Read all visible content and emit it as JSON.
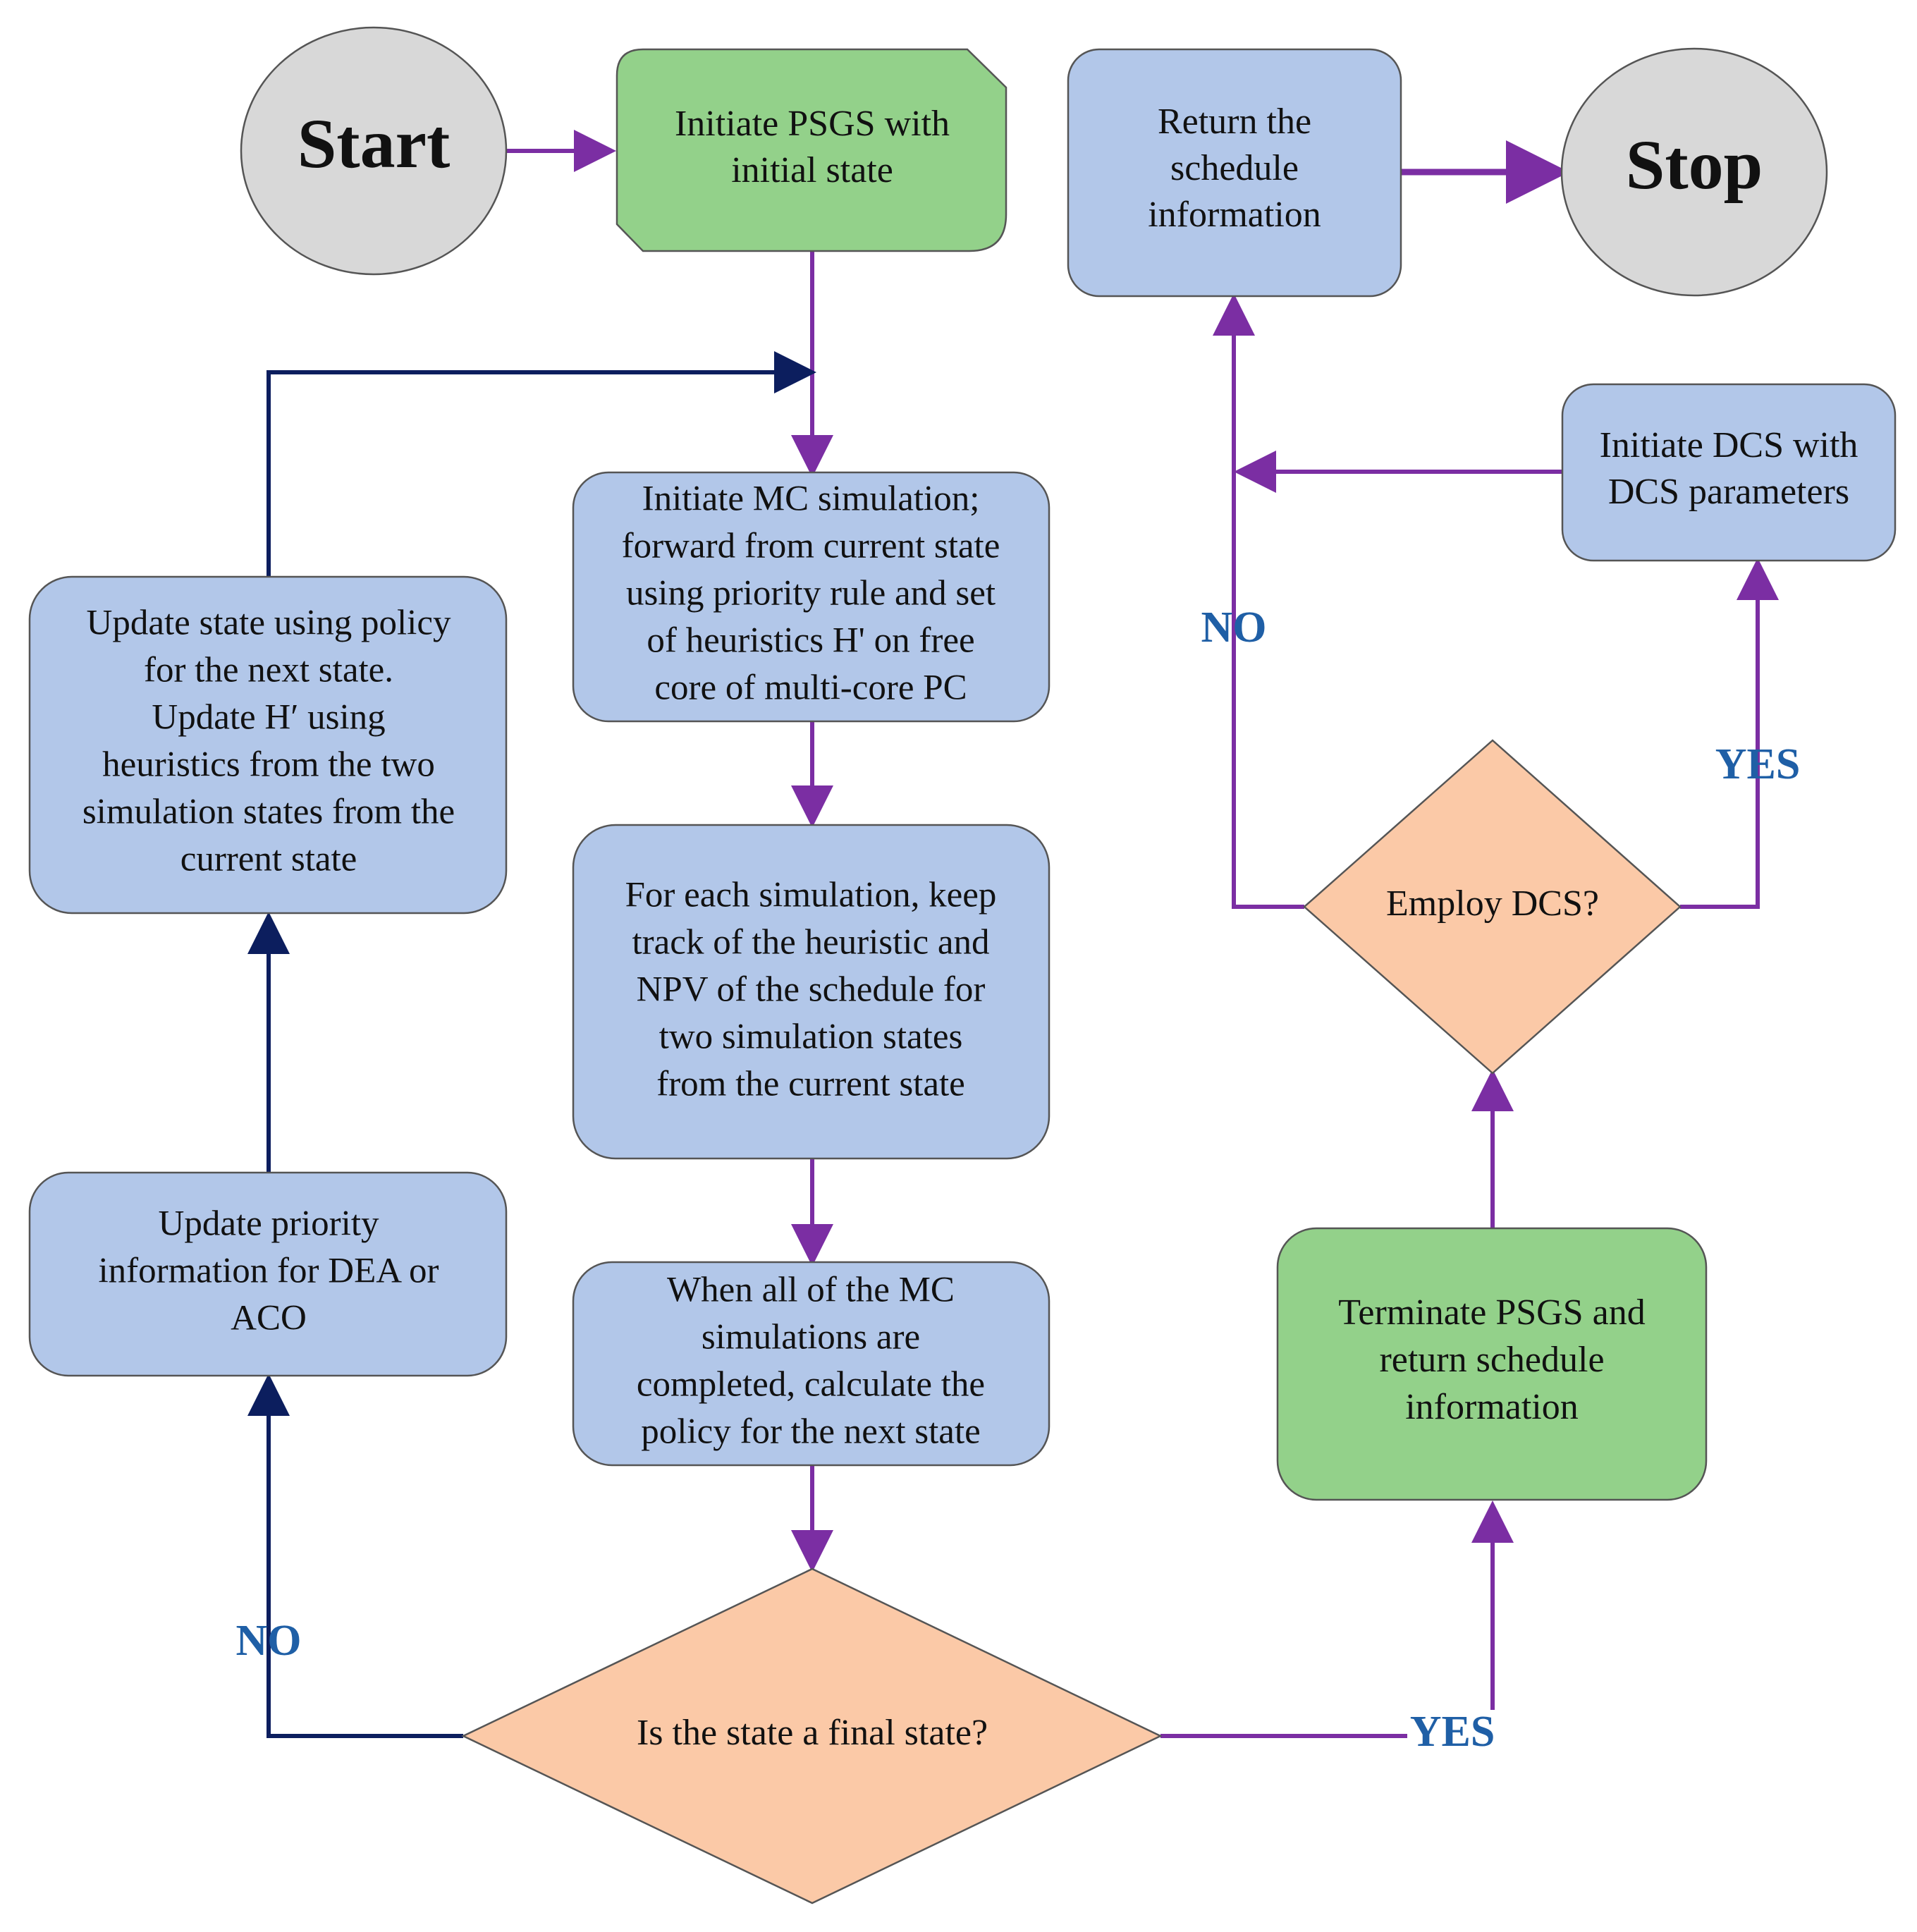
{
  "colors": {
    "blue_box": "#b2c7e9",
    "green_box": "#93d18a",
    "decision": "#fbc9a7",
    "terminal": "#d8d8d8",
    "purple_arrow": "#7b2ea3",
    "navy_arrow": "#0c1e5e",
    "label_blue": "#1f5fa6",
    "outline": "#555555"
  },
  "nodes": {
    "start": {
      "text": [
        "Start"
      ]
    },
    "init_psgs": {
      "text": [
        "Initiate PSGS with",
        "initial state"
      ]
    },
    "return_schedule": {
      "text": [
        "Return the",
        "schedule",
        "information"
      ]
    },
    "stop": {
      "text": [
        "Stop"
      ]
    },
    "init_mc": {
      "text": [
        "Initiate MC simulation;",
        "forward from current state",
        "using priority rule and set",
        "of heuristics H' on free",
        "core of multi-core PC"
      ]
    },
    "update_state": {
      "text": [
        "Update state using policy",
        "for the next state.",
        "Update H′ using",
        "heuristics from the two",
        "simulation states from the",
        "current state"
      ]
    },
    "init_dcs": {
      "text": [
        "Initiate DCS with",
        "DCS parameters"
      ]
    },
    "track_heuristic": {
      "text": [
        "For each simulation, keep",
        "track of the heuristic and",
        "NPV  of the schedule for",
        "two simulation states",
        "from the current state"
      ]
    },
    "employ_dcs": {
      "text": [
        "Employ DCS?"
      ]
    },
    "update_priority": {
      "text": [
        "Update priority",
        "information for DEA or",
        "ACO"
      ]
    },
    "calc_policy": {
      "text": [
        "When all of the MC",
        "simulations are",
        "completed, calculate the",
        "policy for the next state"
      ]
    },
    "terminate_psgs": {
      "text": [
        "Terminate  PSGS and",
        "return schedule",
        "information"
      ]
    },
    "final_state": {
      "text": [
        "Is the state a final state?"
      ]
    }
  },
  "edge_labels": {
    "dcs_no": "NO",
    "dcs_yes": "YES",
    "final_no": "NO",
    "final_yes": "YES"
  }
}
